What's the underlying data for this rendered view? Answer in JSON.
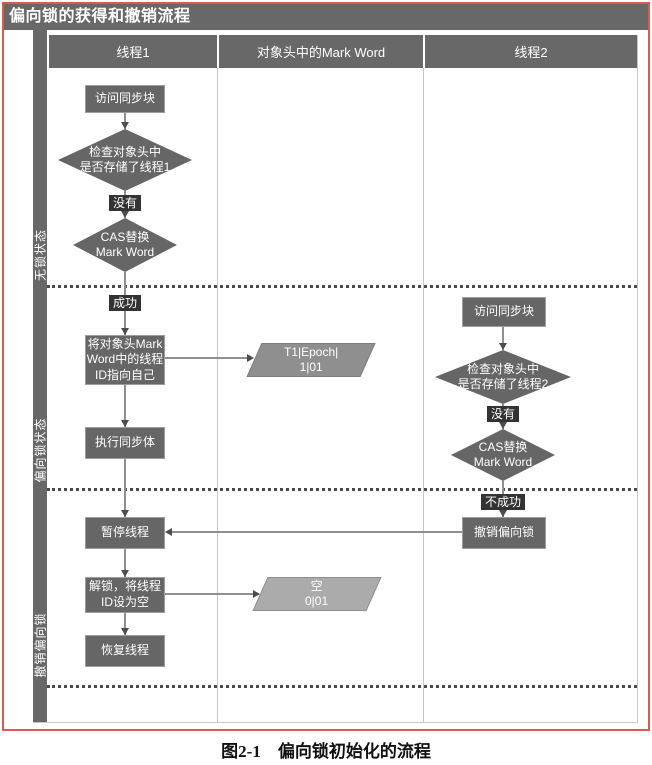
{
  "title": "偏向锁的获得和撤销流程",
  "caption": "图2-1　偏向锁初始化的流程",
  "columns": {
    "thread1": "线程1",
    "markword": "对象头中的Mark Word",
    "thread2": "线程2"
  },
  "sections": {
    "nolock": "无锁状态",
    "biased": "偏向锁状态",
    "revoke": "撤销偏向锁"
  },
  "thread1": {
    "access": "访问同步块",
    "check_line1": "检查对象头中",
    "check_line2": "是否存储了线程1",
    "no_label": "没有",
    "cas_line1": "CAS替换",
    "cas_line2": "Mark Word",
    "success_label": "成功",
    "set_line1": "将对象头Mark",
    "set_line2": "Word中的线程",
    "set_line3": "ID指向自己",
    "exec": "执行同步体",
    "pause": "暂停线程",
    "unlock_line1": "解锁，将线程",
    "unlock_line2": "ID设为空",
    "resume": "恢复线程"
  },
  "markword": {
    "biased_line1": "T1|Epoch|",
    "biased_line2": "1|01",
    "empty_line1": "空",
    "empty_line2": "0|01"
  },
  "thread2": {
    "access": "访问同步块",
    "check_line1": "检查对象头中",
    "check_line2": "是否存储了线程2",
    "no_label": "没有",
    "cas_line1": "CAS替换",
    "cas_line2": "Mark Word",
    "fail_label": "不成功",
    "revoke": "撤销偏向锁"
  },
  "colors": {
    "frame_border": "#d95b50",
    "header_bg": "#686868",
    "node_bg": "#666666",
    "label_bg": "#333333",
    "markword_biased_bg": "#8f8f8f",
    "markword_empty_bg": "#ababab",
    "divider": "#c6c6c6",
    "connector": "#8f8f8f",
    "arrow": "#4c4c4c"
  }
}
